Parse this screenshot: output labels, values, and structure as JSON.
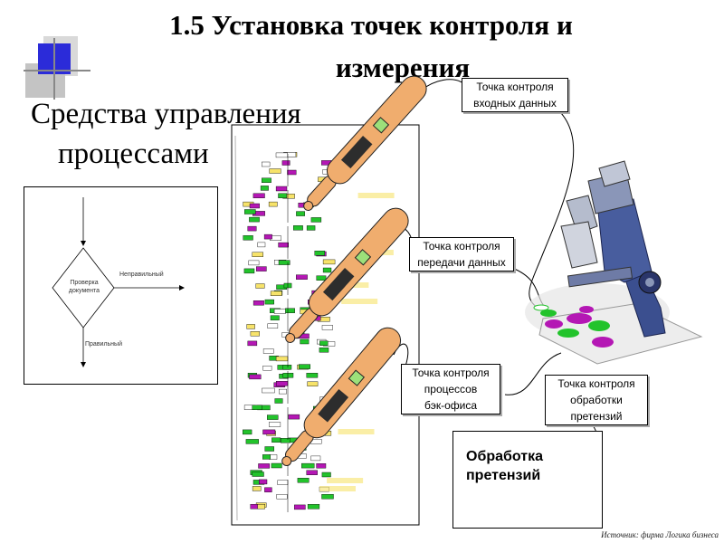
{
  "title": {
    "line1": "1.5  Установка точек контроля и",
    "line2": "измерения"
  },
  "subtitle": {
    "line1": "Средства управления",
    "line2": "процессами"
  },
  "mini_flowchart": {
    "decision": "Проверка документа",
    "no_label": "Неправильный",
    "yes_label": "Правильный"
  },
  "callouts": {
    "input": {
      "line1": "Точка контроля",
      "line2": "входных данных"
    },
    "transfer": {
      "line1": "Точка контроля",
      "line2": "передачи данных"
    },
    "backoffice": {
      "line1": "Точка контроля",
      "line2": "процессов",
      "line3": "бэк-офиса"
    },
    "claims": {
      "line1": "Точка контроля",
      "line2": "обработки",
      "line3": "претензий"
    }
  },
  "claims_box": {
    "line1": "Обработка",
    "line2": "претензий"
  },
  "source": "Источник: фирма Логика бизнеса",
  "colors": {
    "logo_blue": "#2b2bd9",
    "thermometer": "#f0ad6e",
    "flow_green": "#22c32b",
    "flow_purple": "#b417b4",
    "flow_yellow": "#f7e36a",
    "microscope_blue": "#3b4f8f"
  }
}
